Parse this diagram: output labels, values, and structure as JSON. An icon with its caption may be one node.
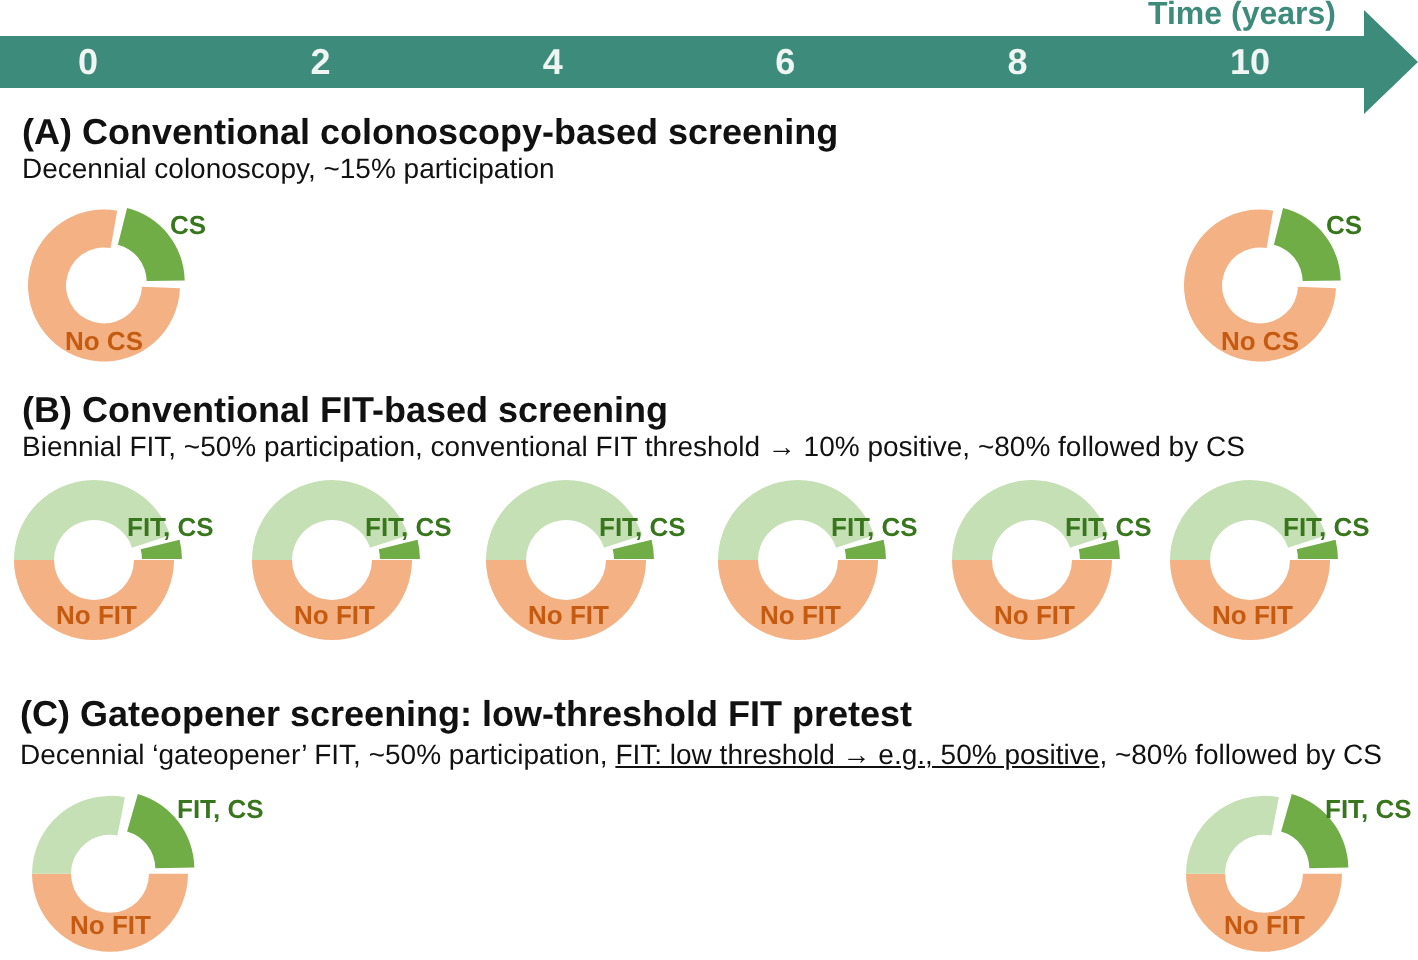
{
  "diagram": {
    "nodes": [
      {
        "text": [
          "Time (years)",
          "0",
          "2",
          "4",
          "6",
          "8",
          "10"
        ]
      },
      {
        "text": [
          "CS",
          "No CS"
        ]
      },
      {
        "text": [
          "CS",
          "No CS"
        ]
      },
      {
        "text": [
          "FIT, CS",
          "No FIT"
        ]
      },
      {
        "text": [
          "FIT, CS",
          "No FIT"
        ]
      },
      {
        "text": [
          "FIT, CS",
          "No FIT"
        ]
      },
      {
        "text": [
          "FIT, CS",
          "No FIT"
        ]
      },
      {
        "text": [
          "FIT, CS",
          "No FIT"
        ]
      },
      {
        "text": [
          "FIT, CS",
          "No FIT"
        ]
      },
      {
        "text": [
          "FIT, CS",
          "No FIT"
        ]
      },
      {
        "text": [
          "FIT, CS",
          "No FIT"
        ]
      }
    ],
    "labels": [
      "(A) Conventional colonoscopy-based screening",
      "Decennial colonoscopy, ~15% participation",
      "(B) Conventional FIT-based screening",
      "Biennial FIT, ~50% participation, conventional FIT threshold → 10% positive, ~80% followed by CS",
      "(C) Gateopener screening: low-threshold FIT pretest",
      "Decennial ‘gateopener’ FIT, ~50% participation, FIT: low threshold → e.g., 50% positive, ~80% followed by CS"
    ]
  }
}
